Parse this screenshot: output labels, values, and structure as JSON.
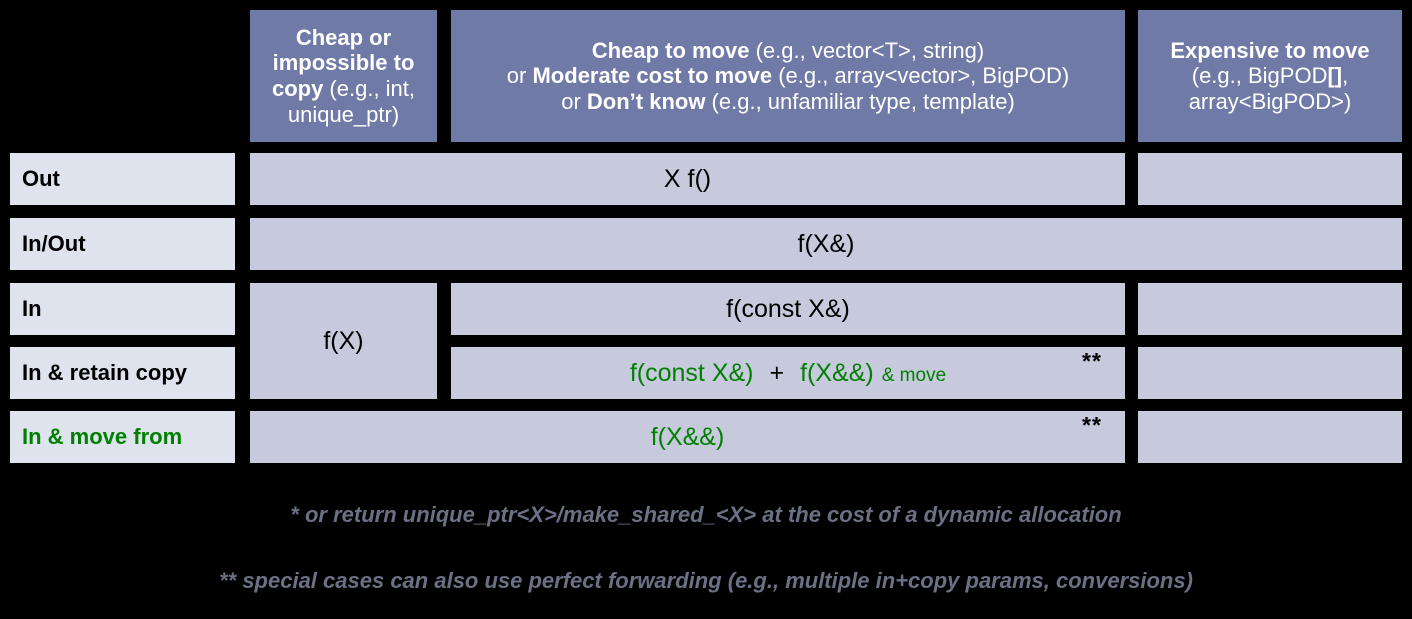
{
  "theme": {
    "background": "#000000",
    "header_fill": "#707aa6",
    "header_text": "#ffffff",
    "row_label_fill": "#dfe3ed",
    "body_fill": "#c6cadc",
    "text": "#000000",
    "accent_green": "#008000",
    "footnote_text": "#6b7084"
  },
  "table": {
    "corner": "",
    "columns": [
      {
        "id": "col-cheap-copy",
        "line1_bold": "Cheap or impossible to copy",
        "line1_rest": " (e.g., int, unique_ptr)"
      },
      {
        "id": "col-cheap-move",
        "line1_bold": "Cheap to move",
        "line1_rest": " (e.g., vector<T>, string)",
        "line2_prefix": "or ",
        "line2_bold": "Moderate cost to move",
        "line2_rest": " (e.g., array<vector>, BigPOD)",
        "line3_prefix": "or ",
        "line3_bold": "Don’t know",
        "line3_rest": " (e.g., unfamiliar type, template)"
      },
      {
        "id": "col-expensive-move",
        "line1_bold": "Expensive to move",
        "line1_rest": "",
        "line2": "(e.g., BigPOD",
        "line2_bold": "[]",
        "line2_rest": ",",
        "line3": "array<BigPOD>)"
      }
    ],
    "rows": [
      {
        "id": "row-out",
        "label": "Out",
        "label_green": false,
        "value": "X f()",
        "value_green": false
      },
      {
        "id": "row-inout",
        "label": "In/Out",
        "label_green": false,
        "value": "f(X&)",
        "value_green": false
      },
      {
        "id": "row-in",
        "label": "In",
        "label_green": false,
        "value": "f(const X&)",
        "value_green": false
      },
      {
        "id": "row-in-retain-copy",
        "label": "In & retain copy",
        "label_green": true,
        "value_a": "f(const X&)",
        "value_plus": "+",
        "value_b": "f(X&&)",
        "value_b_suffix": "& move",
        "value_green": true,
        "footnote_marker": "**"
      },
      {
        "id": "row-in-move-from",
        "label": "In & move from",
        "label_green": true,
        "value": "f(X&&)",
        "value_green": true,
        "footnote_marker": "**"
      }
    ],
    "copy_cell": {
      "id": "cell-fx",
      "value": "f(X)"
    }
  },
  "footnotes": [
    {
      "id": "footnote-single-star",
      "text": "* or return unique_ptr<X>/make_shared_<X> at the cost of a dynamic allocation"
    },
    {
      "id": "footnote-double-star",
      "text": "** special cases can also use perfect forwarding (e.g., multiple in+copy params, conversions)"
    }
  ]
}
